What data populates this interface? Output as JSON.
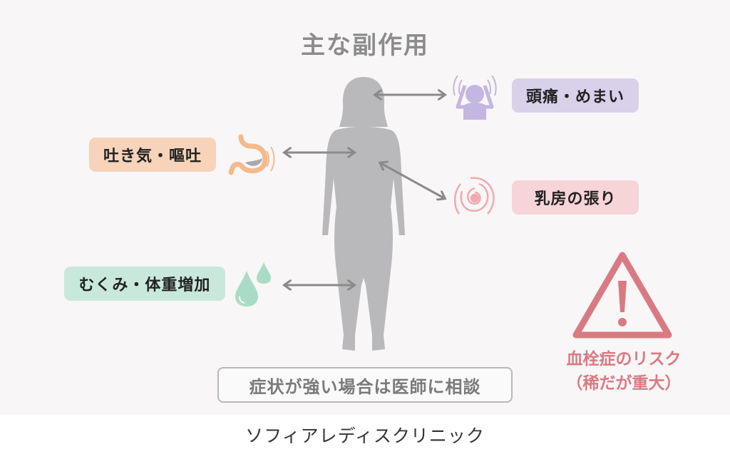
{
  "title": "主な副作用",
  "side_effects": [
    {
      "label": "頭痛・めまい",
      "icon": "headache-icon",
      "color": "#d9d0ea"
    },
    {
      "label": "乳房の張り",
      "icon": "swirl-pain-icon",
      "color": "#f7d4d8"
    },
    {
      "label": "吐き気・嘔吐",
      "icon": "stomach-icon",
      "color": "#f6d3b9"
    },
    {
      "label": "むくみ・体重増加",
      "icon": "water-drops-icon",
      "color": "#c9e8dc"
    }
  ],
  "risk": {
    "line1": "血栓症のリスク",
    "line2": "（稀だが重大）",
    "icon": "warning-triangle-icon",
    "color": "#d97a82"
  },
  "note": "症状が強い場合は医師に相談",
  "footer": "ソフィアレディスクリニック"
}
